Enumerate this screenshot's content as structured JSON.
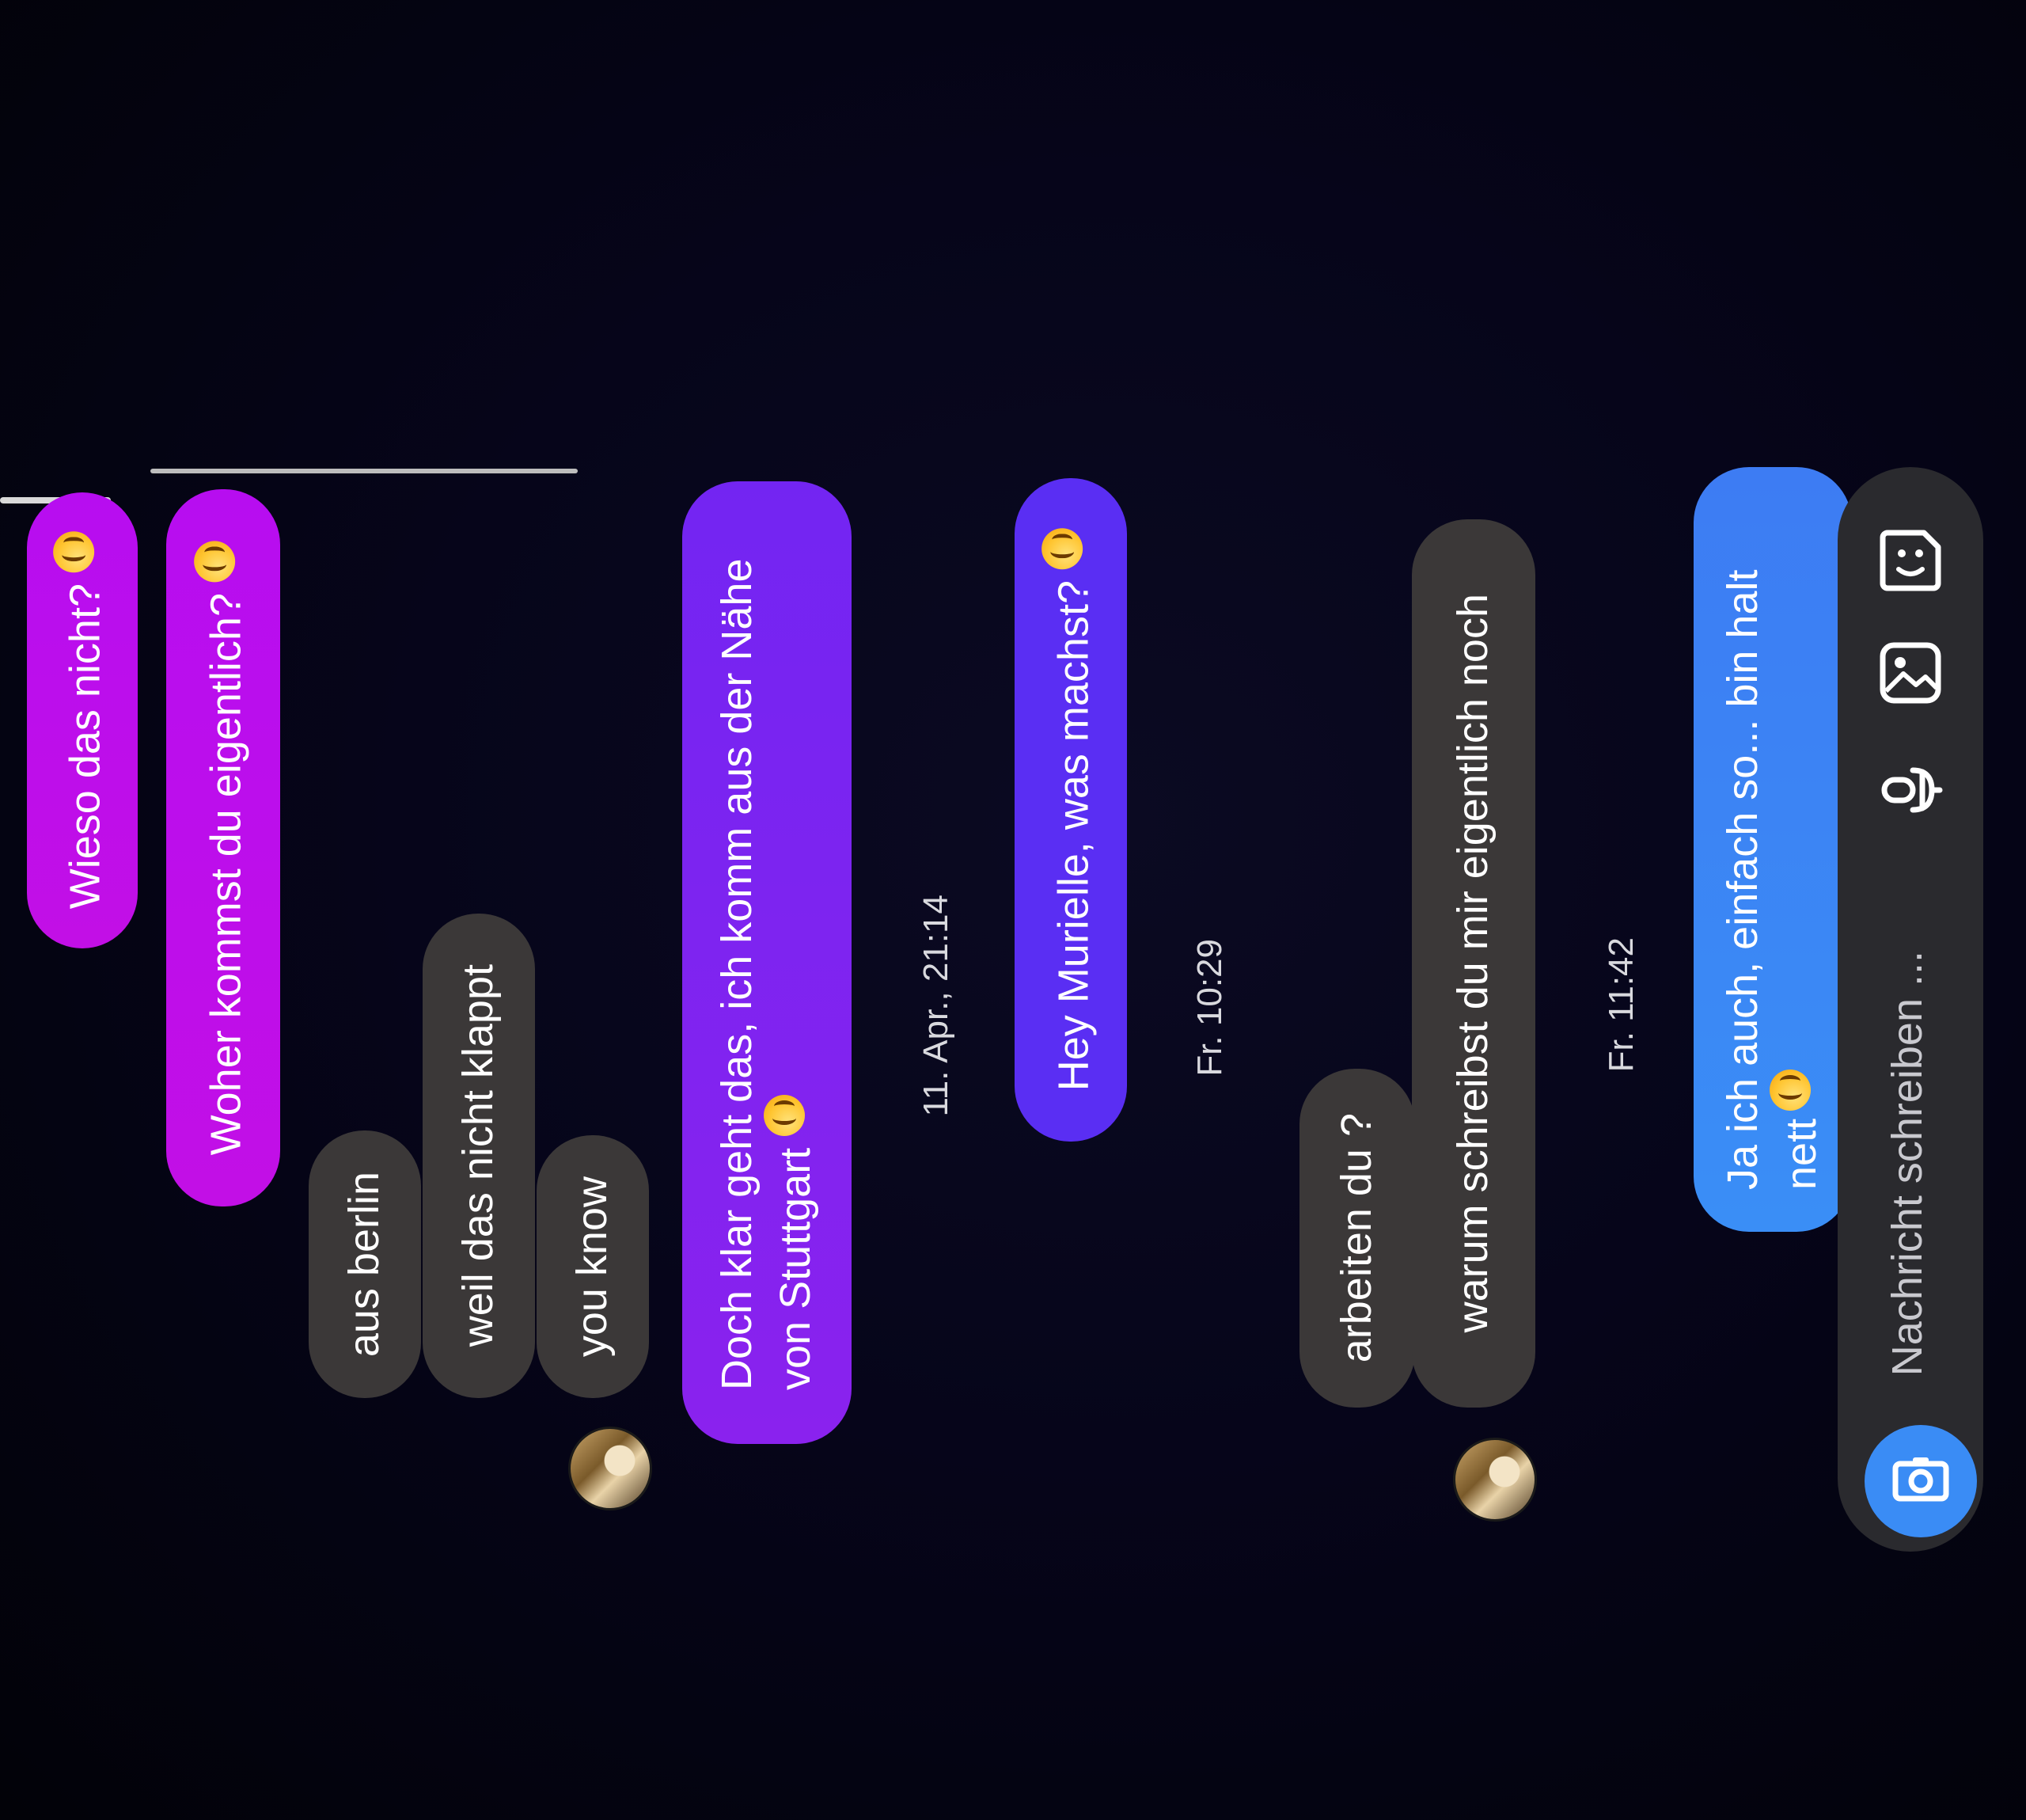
{
  "conversation": {
    "messages": [
      {
        "id": "m1",
        "text": "Wieso das nicht?",
        "emoji": "smiling-face-emoji",
        "side": "sent"
      },
      {
        "id": "m2",
        "text": "Woher kommst du eigentlich?",
        "emoji": "smiling-face-emoji",
        "side": "sent"
      },
      {
        "id": "m3",
        "text": "aus berlin",
        "side": "received"
      },
      {
        "id": "m4",
        "text": "weil das nicht klappt",
        "side": "received"
      },
      {
        "id": "m5",
        "text": "you know",
        "side": "received"
      },
      {
        "id": "m6",
        "text": "Doch klar geht das, ich komm aus der Nähe von Stuttgart",
        "emoji": "smiling-face-emoji",
        "side": "sent"
      },
      {
        "id": "m7",
        "text": "Hey Murielle, was machst?",
        "emoji": "smiling-face-emoji",
        "side": "sent"
      },
      {
        "id": "m8",
        "text": "arbeiten du ?",
        "side": "received"
      },
      {
        "id": "m9",
        "text": "warum schreibst du mir eigentlich noch",
        "side": "received"
      },
      {
        "id": "m10",
        "text": "Ja ich auch, einfach so... bin halt nett",
        "emoji": "grinning-face-emoji",
        "side": "sent"
      }
    ],
    "timestamps": [
      {
        "id": "t1",
        "text": "11. Apr., 21:14"
      },
      {
        "id": "t2",
        "text": "Fr. 10:29"
      },
      {
        "id": "t3",
        "text": "Fr. 11:42"
      }
    ]
  },
  "composer": {
    "placeholder": "Nachricht schreiben ...",
    "camera_icon": "camera-icon",
    "mic_icon": "microphone-icon",
    "gallery_icon": "gallery-icon",
    "sticker_icon": "sticker-icon"
  },
  "colors": {
    "background": "#050410",
    "received_bubble": "#3b3838",
    "sent_magenta": "#c20fe6",
    "sent_violet": "#7a25f2",
    "sent_indigo": "#5a2ef3",
    "sent_blue": "#3a8ef6",
    "composer_bar": "#2a2a2e",
    "camera_button": "#3a8cf5"
  }
}
